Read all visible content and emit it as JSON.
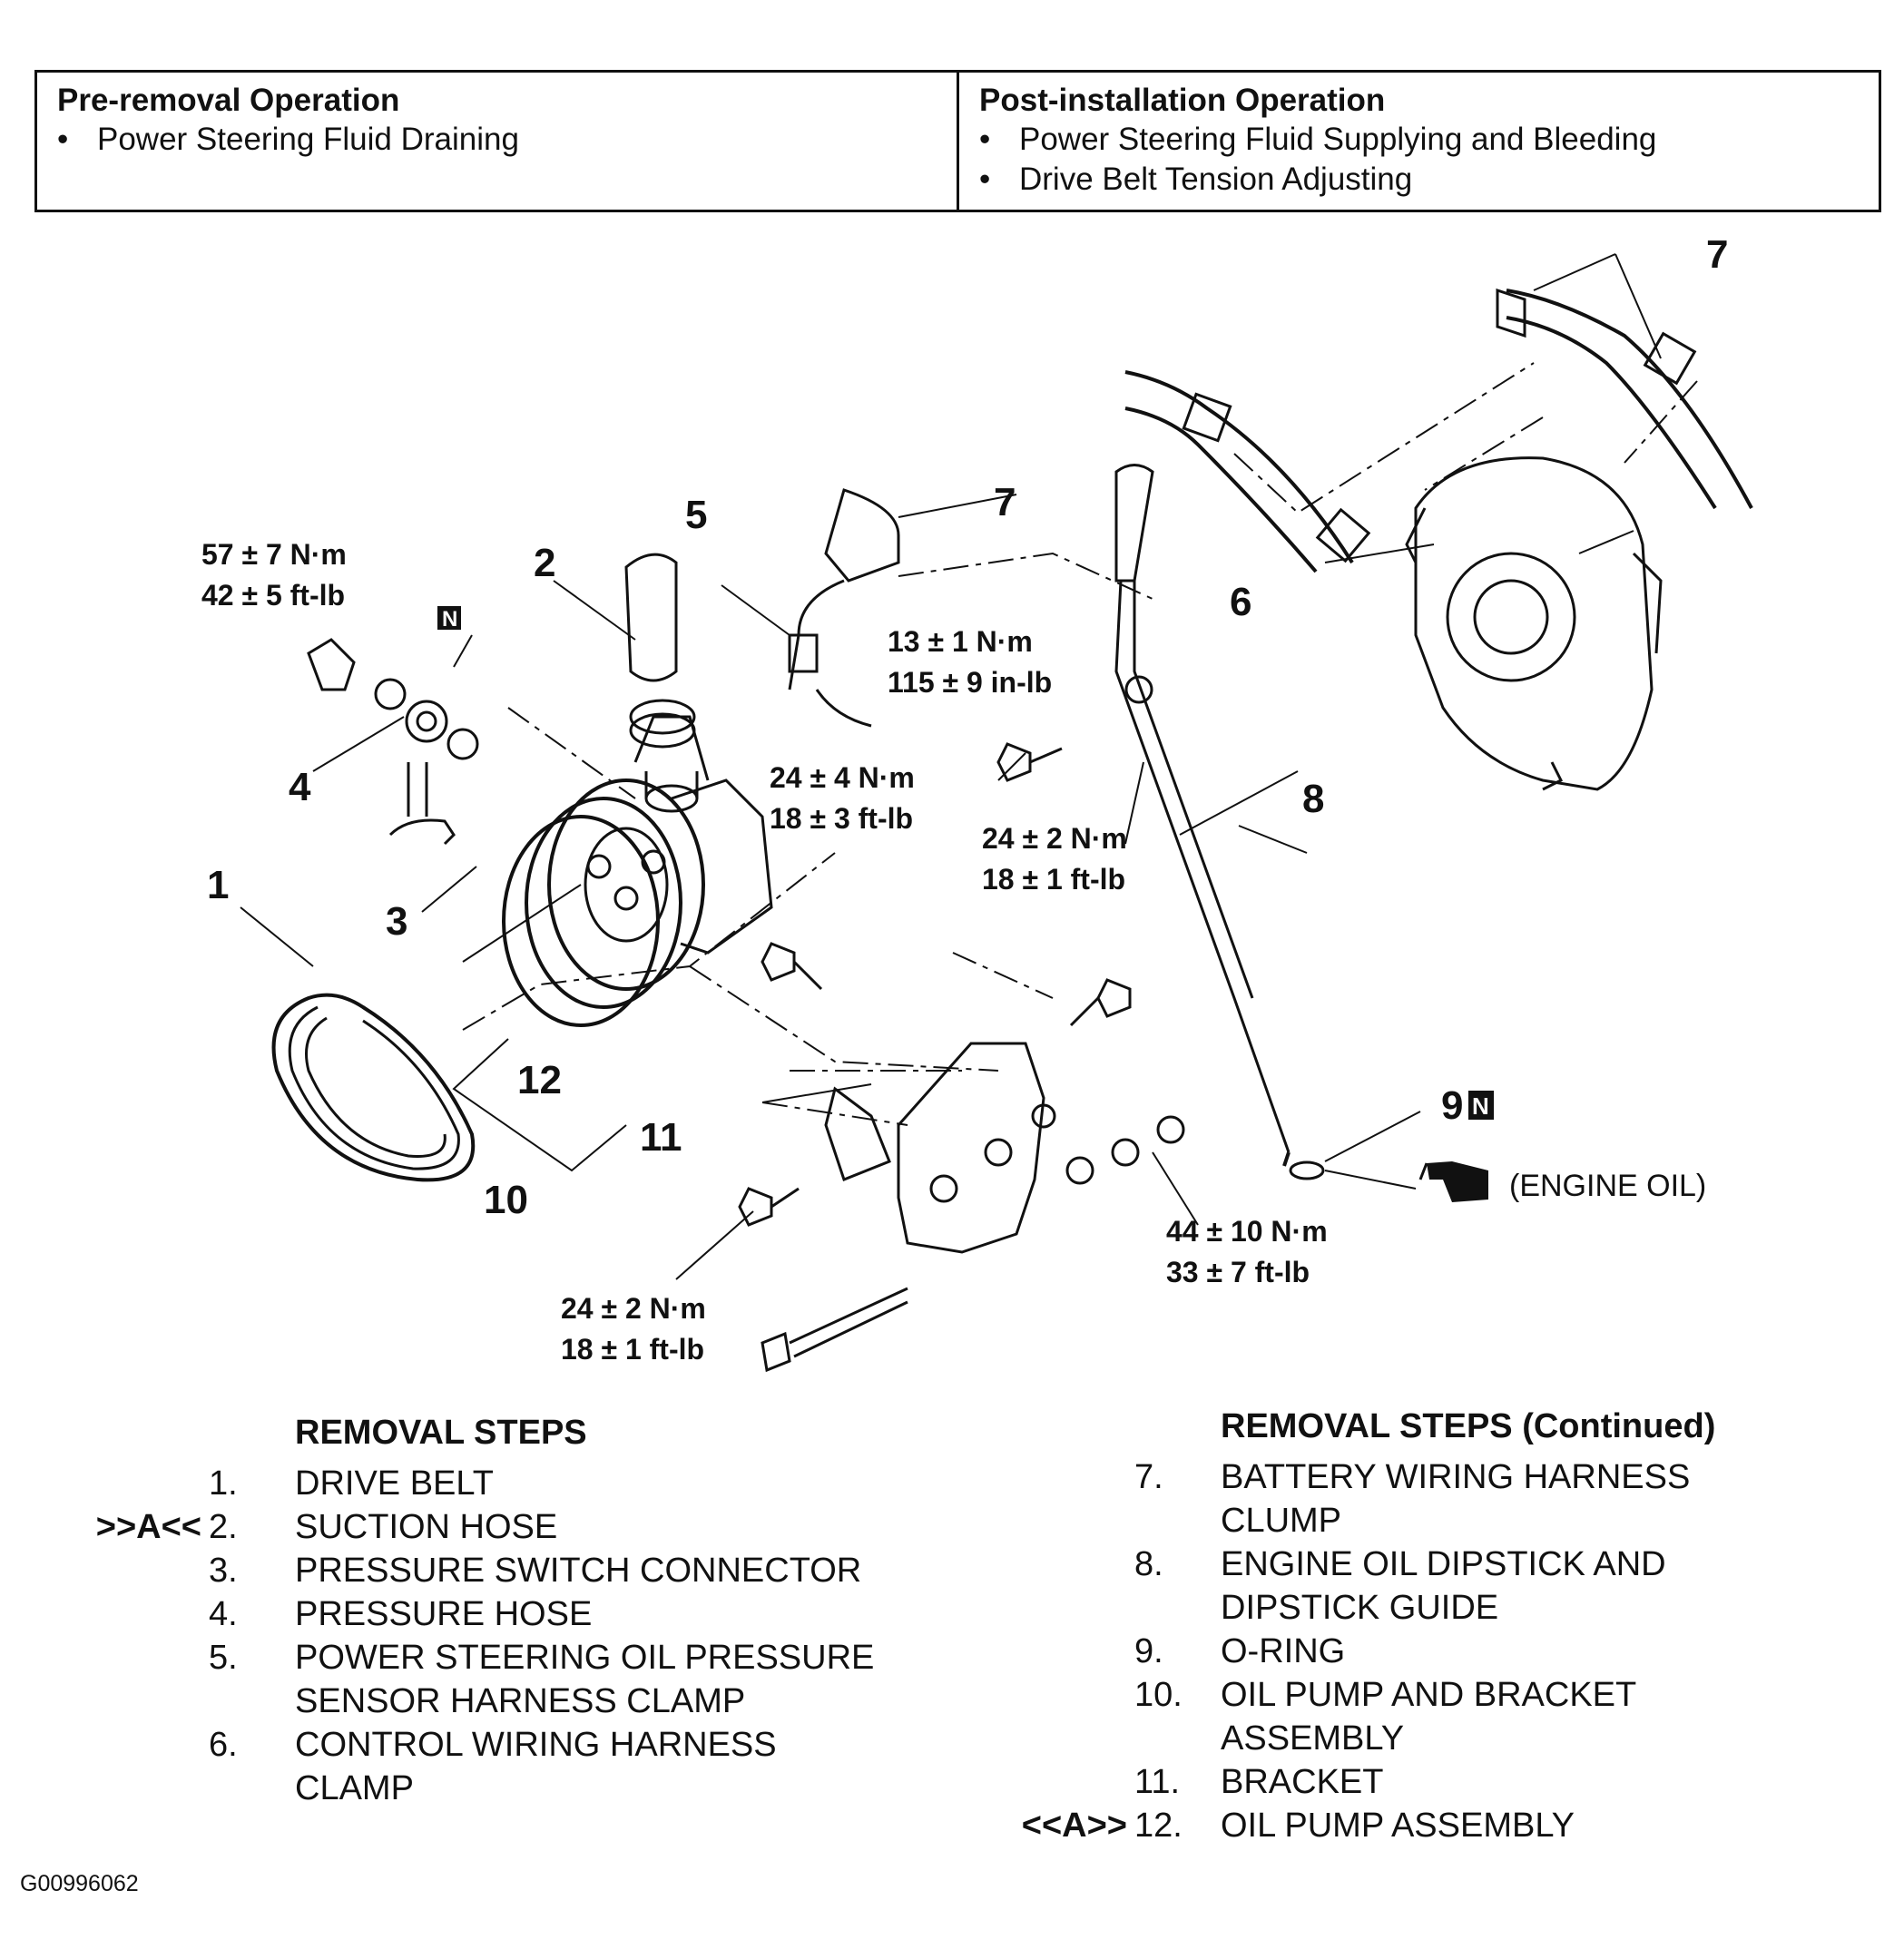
{
  "operations": {
    "pre": {
      "title": "Pre-removal Operation",
      "items": [
        "Power Steering Fluid Draining"
      ]
    },
    "post": {
      "title": "Post-installation Operation",
      "items": [
        "Power Steering Fluid Supplying and Bleeding",
        "Drive Belt Tension Adjusting"
      ]
    }
  },
  "diagram": {
    "callouts": [
      "1",
      "2",
      "3",
      "4",
      "5",
      "6",
      "7",
      "7",
      "8",
      "9",
      "10",
      "11",
      "12"
    ],
    "torques": {
      "t57": [
        "57 ± 7 N·m",
        "42 ± 5 ft-lb"
      ],
      "t13": [
        "13 ± 1 N·m",
        "115 ± 9 in-lb"
      ],
      "t24a": [
        "24 ± 4 N·m",
        "18 ± 3 ft-lb"
      ],
      "t24b": [
        "24 ± 2 N·m",
        "18 ± 1 ft-lb"
      ],
      "t24c": [
        "24 ± 2 N·m",
        "18 ± 1 ft-lb"
      ],
      "t44": [
        "44 ± 10 N·m",
        "33 ± 7 ft-lb"
      ]
    },
    "n_mark": "N",
    "engine_oil": "(ENGINE OIL)"
  },
  "removal_steps": {
    "title": "REMOVAL STEPS",
    "items": [
      {
        "mark": "",
        "num": "1.",
        "label": "DRIVE BELT"
      },
      {
        "mark": ">>A<<",
        "num": "2.",
        "label": "SUCTION HOSE"
      },
      {
        "mark": "",
        "num": "3.",
        "label": "PRESSURE SWITCH CONNECTOR"
      },
      {
        "mark": "",
        "num": "4.",
        "label": "PRESSURE HOSE"
      },
      {
        "mark": "",
        "num": "5.",
        "label": "POWER STEERING OIL PRESSURE"
      },
      {
        "mark": "",
        "num": "",
        "label": "SENSOR HARNESS CLAMP"
      },
      {
        "mark": "",
        "num": "6.",
        "label": "CONTROL WIRING HARNESS"
      },
      {
        "mark": "",
        "num": "",
        "label": "CLAMP"
      }
    ]
  },
  "removal_steps_cont": {
    "title": "REMOVAL STEPS (Continued)",
    "items": [
      {
        "mark": "",
        "num": "7.",
        "label": "BATTERY WIRING HARNESS"
      },
      {
        "mark": "",
        "num": "",
        "label": "CLUMP"
      },
      {
        "mark": "",
        "num": "8.",
        "label": "ENGINE OIL DIPSTICK AND"
      },
      {
        "mark": "",
        "num": "",
        "label": "DIPSTICK GUIDE"
      },
      {
        "mark": "",
        "num": "9.",
        "label": "O-RING"
      },
      {
        "mark": "",
        "num": "10.",
        "label": "OIL PUMP AND BRACKET"
      },
      {
        "mark": "",
        "num": "",
        "label": "ASSEMBLY"
      },
      {
        "mark": "",
        "num": "11.",
        "label": "BRACKET"
      },
      {
        "mark": "<<A>>",
        "num": "12.",
        "label": "OIL PUMP ASSEMBLY"
      }
    ]
  },
  "figure_code": "G00996062"
}
